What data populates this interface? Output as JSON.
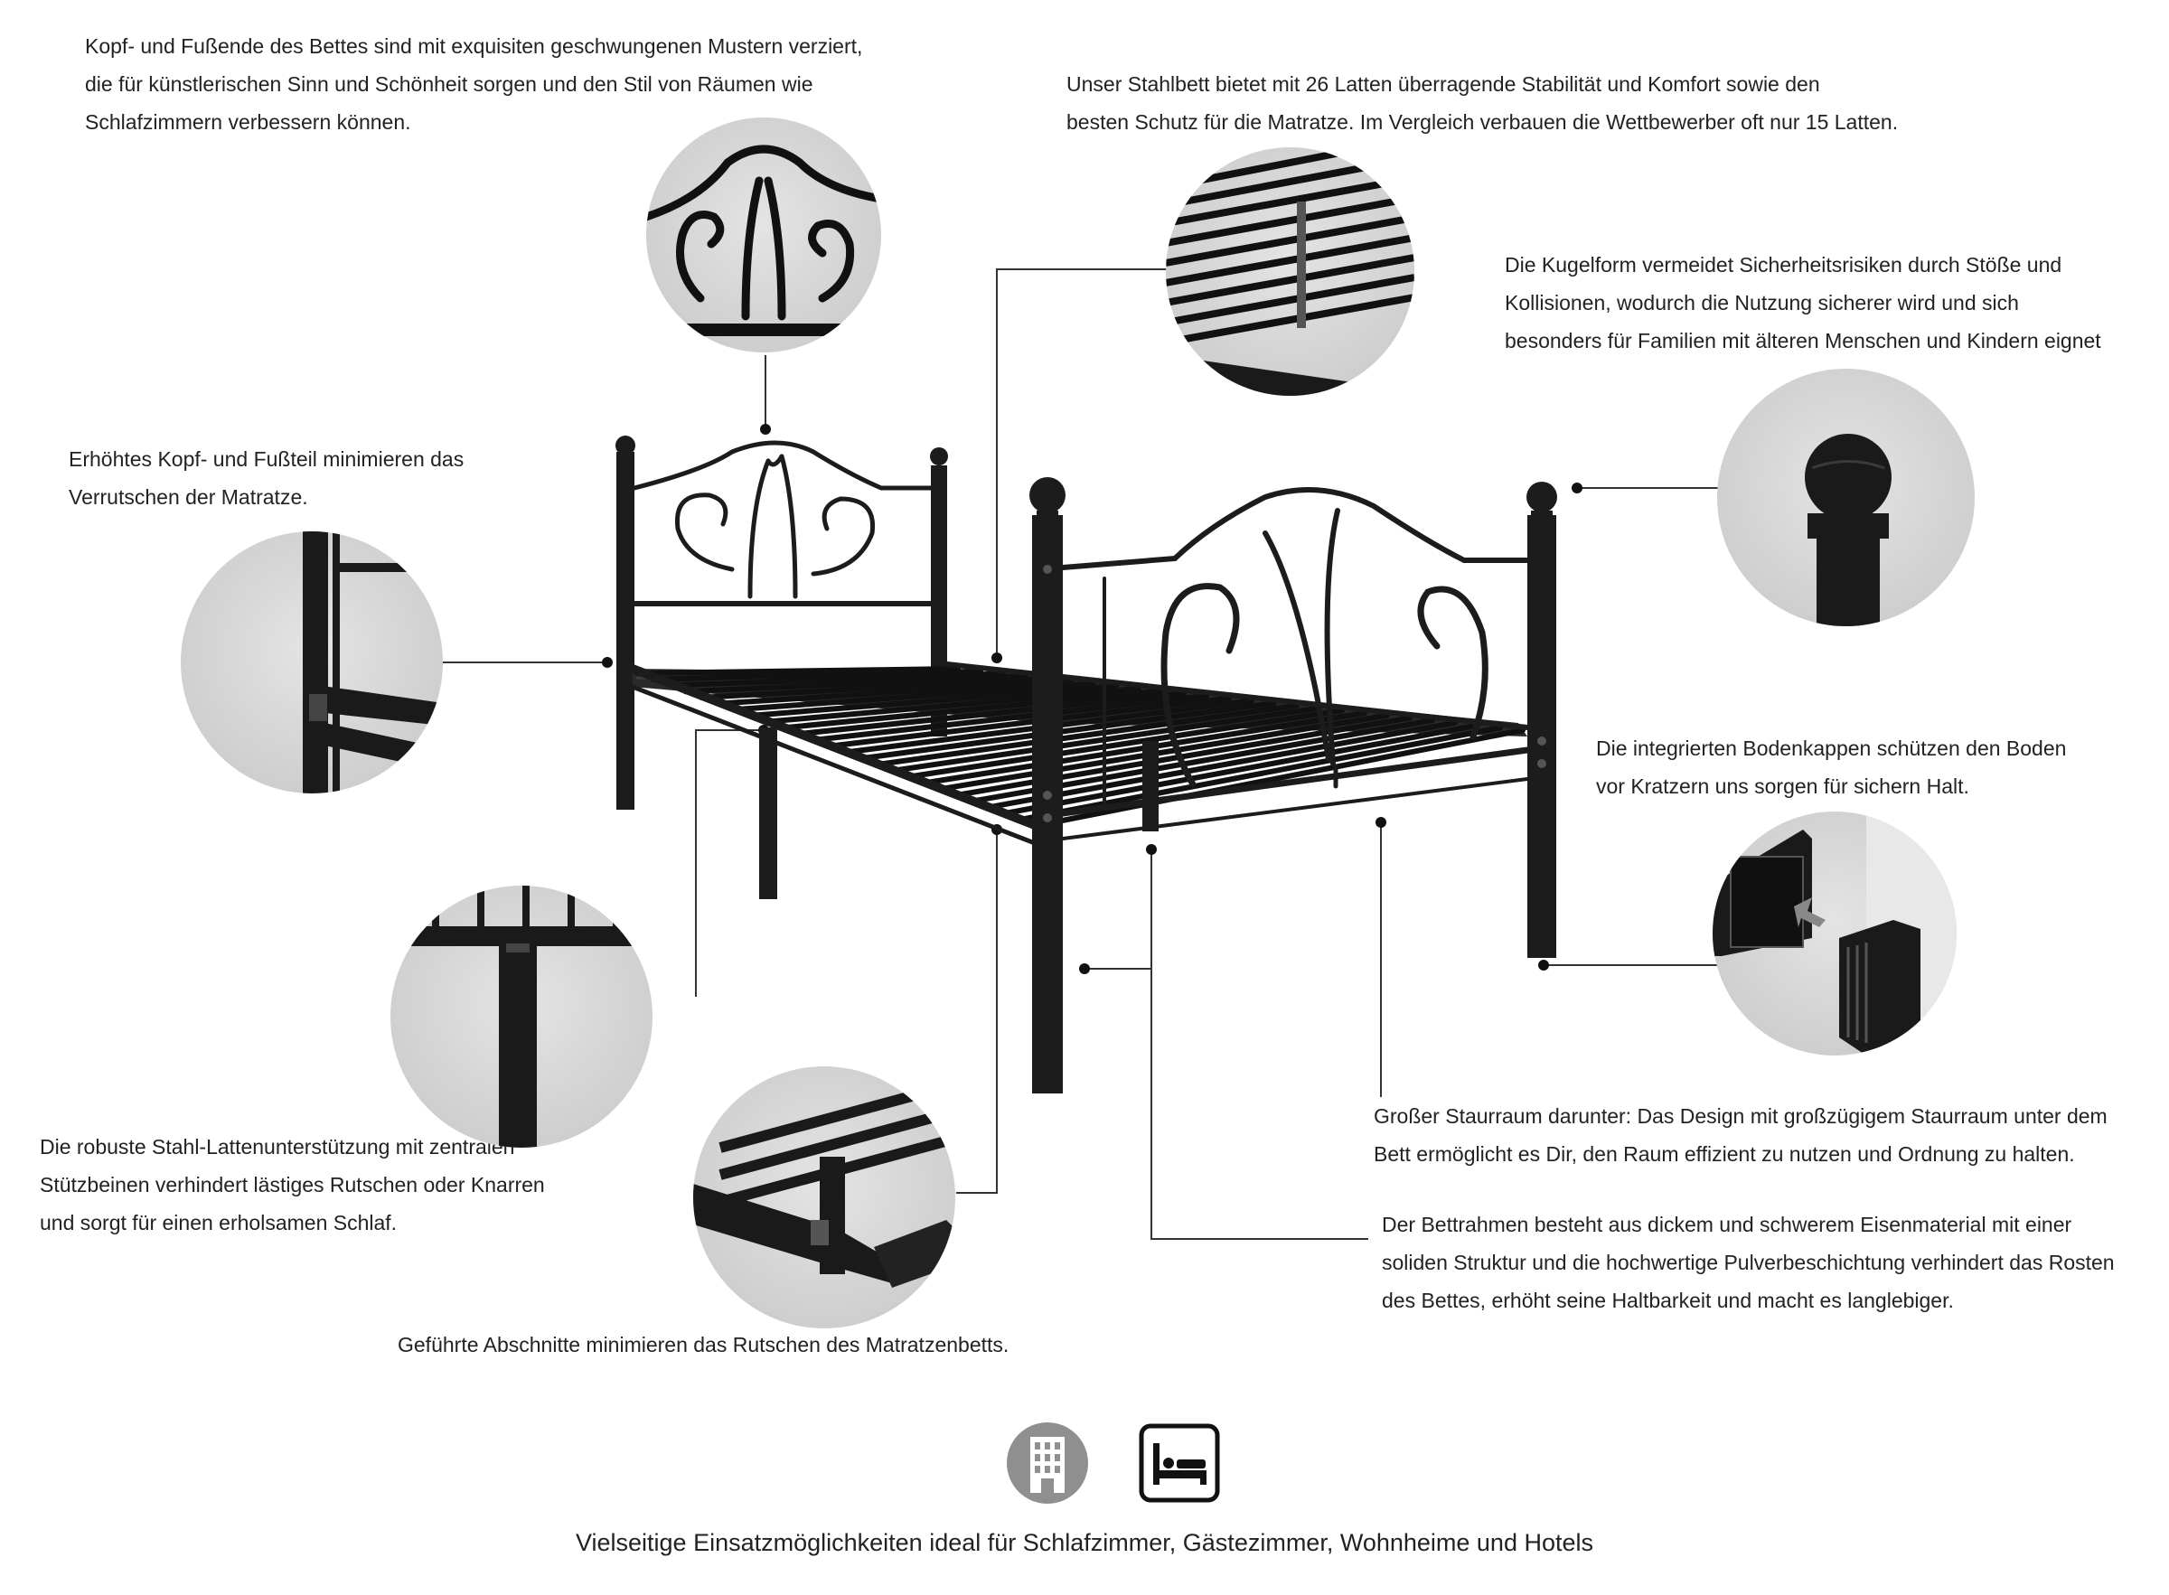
{
  "notes": {
    "decor": [
      "Kopf- und Fußende des Bettes sind mit exquisiten geschwungenen Mustern verziert,",
      "die für künstlerischen Sinn und Schönheit sorgen und den Stil von Räumen wie",
      "Schlafzimmern verbessern können."
    ],
    "slats": [
      "Unser Stahlbett bietet mit 26 Latten überragende Stabilität und Komfort sowie den",
      "besten Schutz für die Matratze. Im Vergleich verbauen die Wettbewerber oft nur 15 Latten."
    ],
    "ball": [
      "Die Kugelform vermeidet Sicherheitsrisiken durch Stöße und",
      "Kollisionen, wodurch die Nutzung sicherer wird und sich",
      "besonders für Familien mit älteren Menschen und Kindern eignet"
    ],
    "raised": [
      "Erhöhtes Kopf- und Fußteil minimieren das",
      "Verrutschen der Matratze."
    ],
    "caps": [
      "Die integrierten Bodenkappen schützen den Boden",
      "vor Kratzern uns sorgen für sichern Halt."
    ],
    "support": [
      "Die robuste Stahl-Lattenunterstützung mit zentralen",
      "Stützbeinen verhindert lästiges Rutschen oder Knarren",
      "und sorgt für einen erholsamen Schlaf."
    ],
    "storage": [
      "Großer Staurraum darunter: Das Design mit großzügigem Staurraum unter dem",
      "Bett ermöglicht es Dir, den Raum effizient zu nutzen und Ordnung zu halten."
    ],
    "frame": [
      "Der Bettrahmen besteht aus dickem und schwerem Eisenmaterial mit einer",
      "soliden Struktur und die hochwertige Pulverbeschichtung verhindert das Rosten",
      "des Bettes, erhöht seine Haltbarkeit und macht es langlebiger."
    ],
    "guided": "Geführte Abschnitte minimieren das Rutschen des Matratzenbetts."
  },
  "footer": {
    "text": "Vielseitige Einsatzmöglichkeiten ideal für Schlafzimmer, Gästezimmer, Wohnheime und Hotels",
    "icons": [
      "building-icon",
      "bed-icon"
    ]
  },
  "colors": {
    "metal": "#1c1c1c",
    "circle_bg": "#d2d2d2",
    "line": "#333333",
    "text": "#222222"
  }
}
